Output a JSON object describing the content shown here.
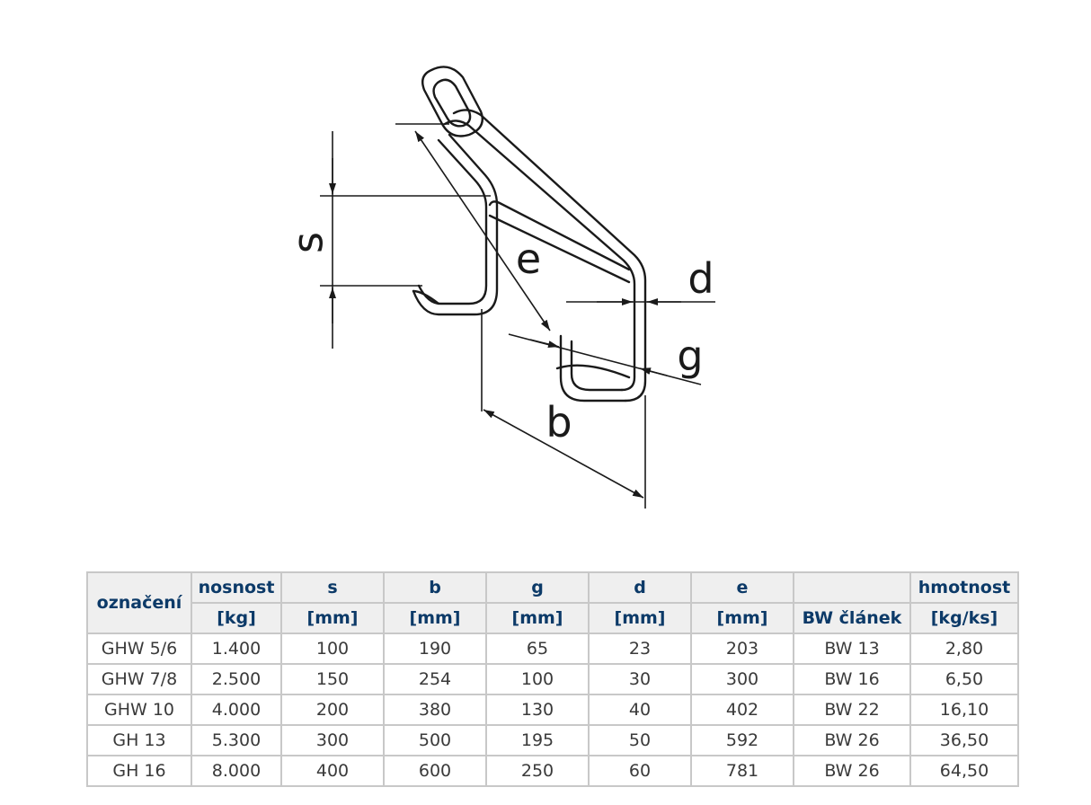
{
  "figure": {
    "labels": {
      "s": "s",
      "e": "e",
      "d": "d",
      "g": "g",
      "b": "b"
    }
  },
  "table": {
    "header_row1": [
      "označení",
      "nosnost",
      "s",
      "b",
      "g",
      "d",
      "e",
      "",
      "hmotnost"
    ],
    "header_row2": [
      "[kg]",
      "[mm]",
      "[mm]",
      "[mm]",
      "[mm]",
      "[mm]",
      "BW článek",
      "[kg/ks]"
    ],
    "rows": [
      [
        "GHW 5/6",
        "1.400",
        "100",
        "190",
        "65",
        "23",
        "203",
        "BW 13",
        "2,80"
      ],
      [
        "GHW 7/8",
        "2.500",
        "150",
        "254",
        "100",
        "30",
        "300",
        "BW 16",
        "6,50"
      ],
      [
        "GHW 10",
        "4.000",
        "200",
        "380",
        "130",
        "40",
        "402",
        "BW 22",
        "16,10"
      ],
      [
        "GH 13",
        "5.300",
        "300",
        "500",
        "195",
        "50",
        "592",
        "BW 26",
        "36,50"
      ],
      [
        "GH 16",
        "8.000",
        "400",
        "600",
        "250",
        "60",
        "781",
        "BW 26",
        "64,50"
      ]
    ]
  },
  "colors": {
    "header_text": "#0c3a68",
    "header_bg": "#efefef",
    "border": "#c8c8c8",
    "cell_text": "#3a3a3a"
  }
}
